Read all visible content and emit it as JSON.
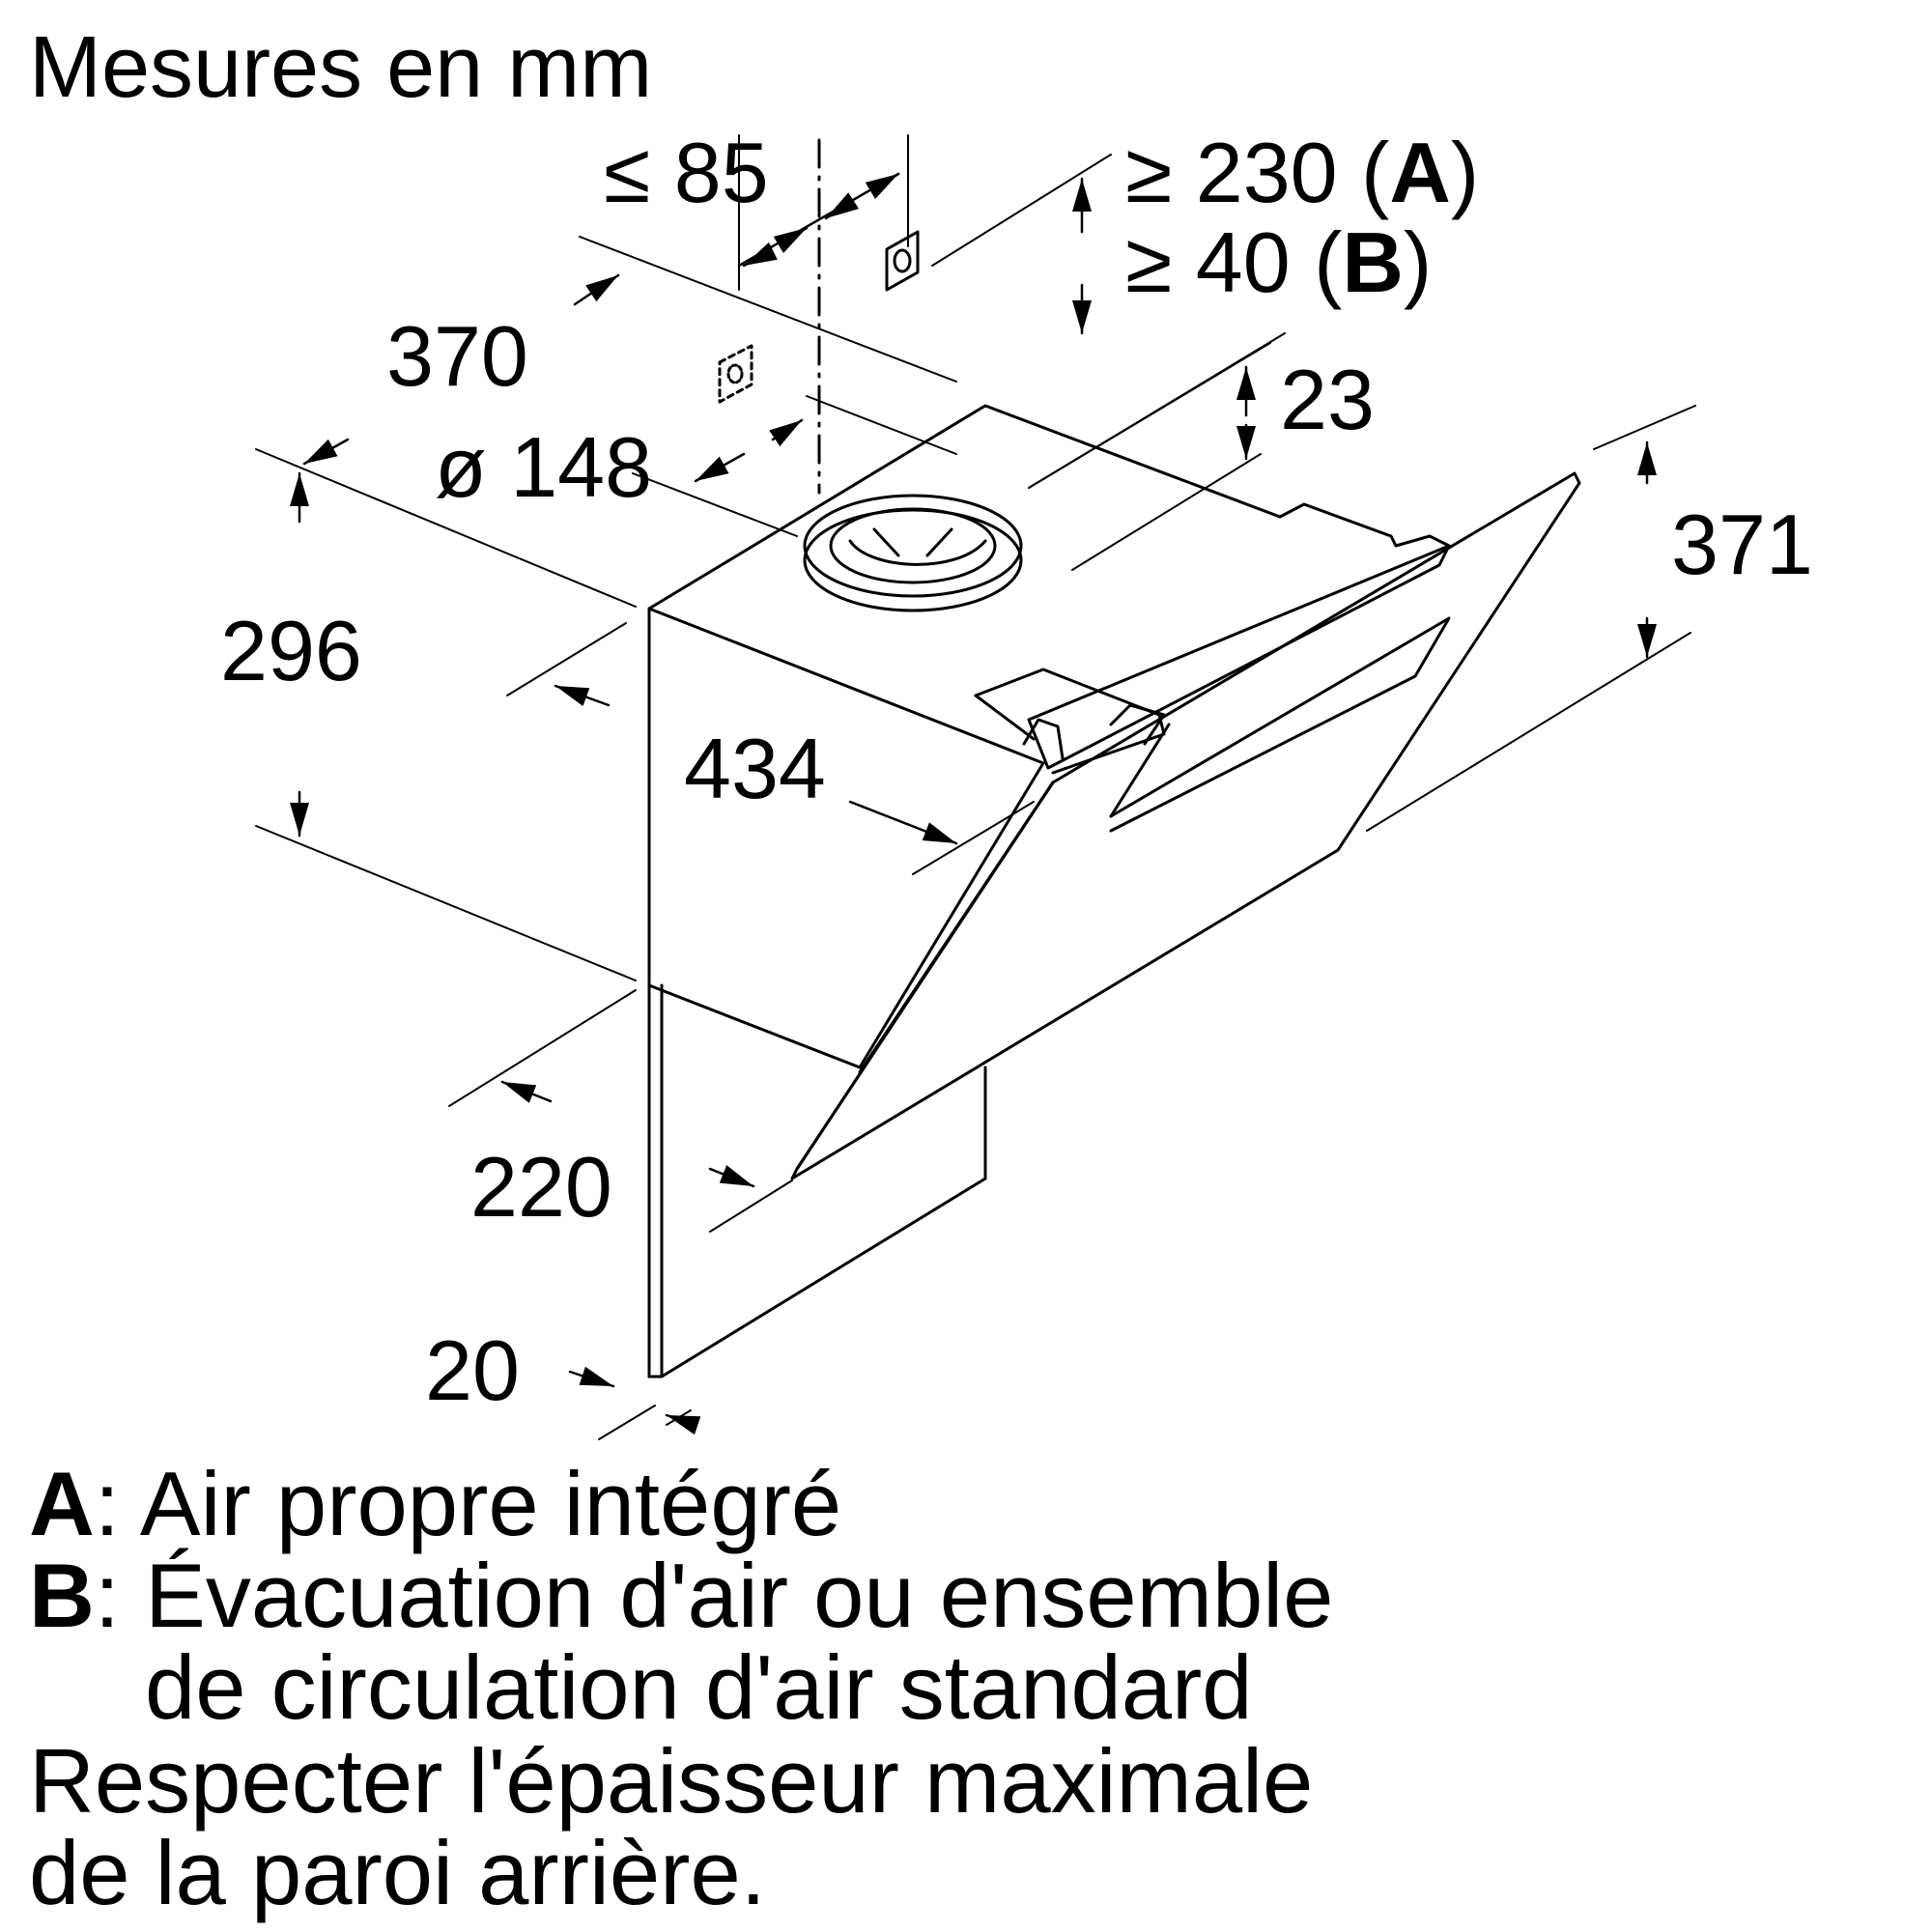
{
  "heading": "Mesures en mm",
  "dimensions": {
    "max_85": "≤ 85",
    "min_230": "≥ 230 (",
    "min_230_letter": "A",
    "min_230_close": ")",
    "min_40": "≥ 40 (",
    "min_40_letter": "B",
    "min_40_close": ")",
    "depth_370": "370",
    "diameter_148": "ø 148",
    "offset_23": "23",
    "height_371": "371",
    "height_296": "296",
    "width_434": "434",
    "depth_220": "220",
    "thickness_20": "20"
  },
  "legend": {
    "a_letter": "A",
    "a_text": ": Air propre intégré",
    "b_letter": "B",
    "b_text_1": ": Évacuation d'air ou ensemble",
    "b_text_2": "de circulation d'air standard",
    "note_1": "Respecter l'épaisseur maximale",
    "note_2": "de la paroi arrière."
  }
}
